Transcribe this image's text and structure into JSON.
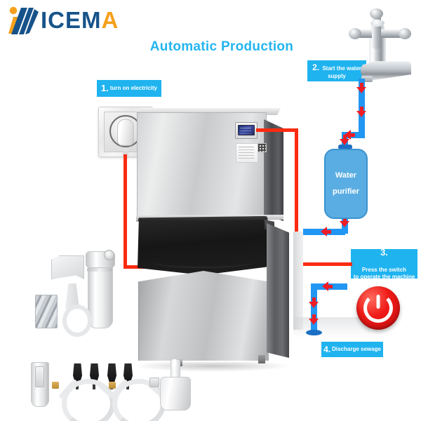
{
  "brand": {
    "name_part1": "ICEM",
    "name_part2": "A",
    "logo_icon": "icema-person-stripes-logo",
    "color_blue": "#17538a",
    "color_orange": "#f5a01c"
  },
  "header": {
    "title": "Automatic Production",
    "title_color": "#23b5f0"
  },
  "steps": [
    {
      "number": "1.",
      "label": "turn on electricity",
      "line1": "turn on electricity",
      "line2": "",
      "line3": "",
      "box_color": "#1fb3ef"
    },
    {
      "number": "2.",
      "label": "Start the water supply",
      "line1": "Start the water",
      "line2": "supply",
      "line3": "",
      "box_color": "#1fb3ef"
    },
    {
      "number": "3.",
      "label": "Press the switch to operate the machine",
      "line1": "Press the switch",
      "line2": "to operate the machine",
      "line3": "",
      "box_color": "#1fb3ef"
    },
    {
      "number": "4.",
      "label": "Discharge sewage",
      "line1": "Discharge sewage",
      "line2": "",
      "line3": "",
      "box_color": "#1fb3ef"
    }
  ],
  "components": {
    "purifier_line1": "Water",
    "purifier_line2": "purifier",
    "purifier_color": "#5aade2",
    "socket_name": "power-socket-with-plug",
    "faucet_name": "water-tap-faucet",
    "machine_name": "commercial-ice-maker",
    "power_button_name": "red-power-switch",
    "power_color": "#ef1b18",
    "pipe_color": "#2196f3",
    "arrow_color": "#ee1c25",
    "electric_cord_color": "#fb2b11"
  },
  "accessories": [
    {
      "name": "filter-housing"
    },
    {
      "name": "mounting-bracket"
    },
    {
      "name": "filter-wrench"
    },
    {
      "name": "filter-cartridge-block"
    },
    {
      "name": "water-dispenser-part"
    },
    {
      "name": "hose-connector-fitting"
    },
    {
      "name": "inlet-hose"
    },
    {
      "name": "drain-hose"
    },
    {
      "name": "ice-scoop"
    }
  ]
}
